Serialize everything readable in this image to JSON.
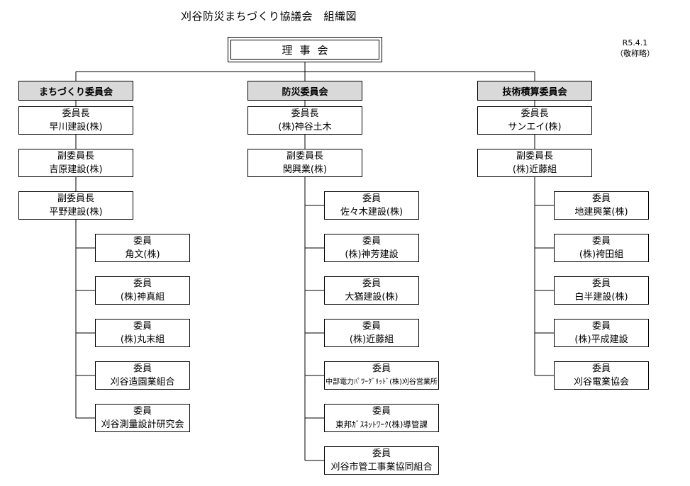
{
  "title": "刈谷防災まちづくり協議会　組織図",
  "date": "R5.4.1",
  "note": "（敬称略）",
  "board": "理事会",
  "role_labels": {
    "chair": "委員長",
    "vice": "副委員長",
    "member": "委員"
  },
  "committees": [
    {
      "name": "まちづくり委員会",
      "leaders": [
        {
          "role": "委員長",
          "org": "早川建設(株)"
        },
        {
          "role": "副委員長",
          "org": "吉原建設(株)"
        },
        {
          "role": "副委員長",
          "org": "平野建設(株)"
        }
      ],
      "members": [
        "角文(株)",
        "(株)神真組",
        "(株)丸末組",
        "刈谷造園業組合",
        "刈谷測量設計研究会"
      ]
    },
    {
      "name": "防災委員会",
      "leaders": [
        {
          "role": "委員長",
          "org": "(株)神谷土木"
        },
        {
          "role": "副委員長",
          "org": "関興業(株)"
        }
      ],
      "members": [
        "佐々木建設(株)",
        "(株)神芳建設",
        "大猶建設(株)",
        "(株)近藤組",
        "中部電力ﾊﾟﾜｰｸﾞﾘｯﾄﾞ(株)刈谷営業所",
        "東邦ｶﾞｽﾈｯﾄﾜｰｸ(株)導管課",
        "刈谷市管工事業協同組合"
      ]
    },
    {
      "name": "技術積算委員会",
      "leaders": [
        {
          "role": "委員長",
          "org": "サンエイ(株)"
        },
        {
          "role": "副委員長",
          "org": "(株)近藤組"
        }
      ],
      "members": [
        "地建興業(株)",
        "(株)袴田組",
        "白半建設(株)",
        "(株)平成建設",
        "刈谷電業協会"
      ]
    }
  ]
}
